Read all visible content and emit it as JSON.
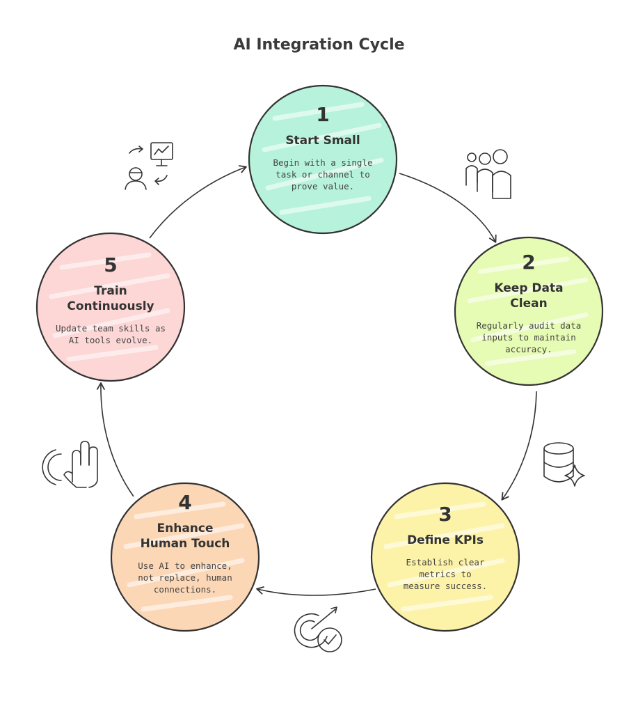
{
  "title": "AI Integration Cycle",
  "colors": {
    "stroke": "#333333",
    "step1": "#b7f3dc",
    "step2": "#e6fbb3",
    "step3": "#fdf3a8",
    "step4": "#fcd7b6",
    "step5": "#fdd6d6"
  },
  "steps": [
    {
      "number": "1",
      "title": "Start Small",
      "description": "Begin with a single task or channel to prove value.",
      "icon": "team-icon"
    },
    {
      "number": "2",
      "title": "Keep Data Clean",
      "description": "Regularly audit data inputs to maintain accuracy.",
      "icon": "database-sparkle-icon"
    },
    {
      "number": "3",
      "title": "Define KPIs",
      "description": "Establish clear metrics to measure success.",
      "icon": "target-check-icon"
    },
    {
      "number": "4",
      "title": "Enhance Human Touch",
      "description": "Use AI to enhance, not replace, human connections.",
      "icon": "hand-wave-icon"
    },
    {
      "number": "5",
      "title": "Train Continuously",
      "description": "Update team skills as AI tools evolve.",
      "icon": "training-cycle-icon"
    }
  ]
}
